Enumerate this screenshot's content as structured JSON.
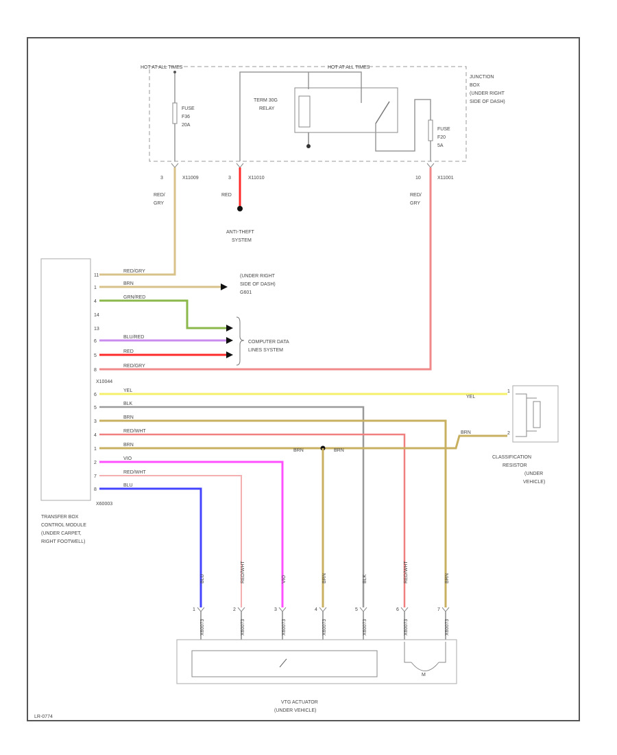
{
  "colors": {
    "tan": "#d9c28a",
    "red": "#f08a8a",
    "redbright": "#ff2a2a",
    "green": "#8ab84a",
    "violet": "#c88cf0",
    "yellow": "#f4f06a",
    "gray": "#9a9a9a",
    "pinkred": "#f08080",
    "magenta": "#ff50ff",
    "pink": "#f4b0b0",
    "blue": "#4444ff",
    "olive": "#c8b060"
  },
  "junction": {
    "hot_left": "HOT AT ALL TIMES",
    "hot_right": "HOT AT ALL TIMES",
    "box_label": [
      "JUNCTION",
      "BOX",
      "(UNDER RIGHT",
      "SIDE OF DASH)"
    ],
    "fuse_left": [
      "FUSE",
      "F36",
      "20A"
    ],
    "relay": [
      "TERM 30G",
      "RELAY"
    ],
    "fuse_right": [
      "FUSE",
      "F20",
      "5A"
    ]
  },
  "connectors": {
    "c1": {
      "pin": "3",
      "id": "X11009"
    },
    "c2": {
      "pin": "3",
      "id": "X11010"
    },
    "c3": {
      "pin": "10",
      "id": "X11001"
    }
  },
  "wires_top": {
    "left": [
      "RED/",
      "GRY"
    ],
    "mid": [
      "RED"
    ],
    "right": [
      "RED/",
      "GRY"
    ]
  },
  "anti_theft": [
    "ANTI-THEFT",
    "SYSTEM"
  ],
  "under_dash": [
    "(UNDER RIGHT",
    "SIDE OF DASH)",
    "G601"
  ],
  "computer_data": [
    "COMPUTER DATA",
    "LINES SYSTEM"
  ],
  "module": {
    "label": [
      "TRANSFER BOX",
      "CONTROL MODULE",
      "(UNDER CARPET,",
      "RIGHT FOOTWELL)"
    ],
    "conn_top": "X10044",
    "conn_bottom": "X60003"
  },
  "module_pins": [
    {
      "pin": "11",
      "wire": "RED/GRY"
    },
    {
      "pin": "1",
      "wire": "BRN"
    },
    {
      "pin": "4",
      "wire": "GRN/RED"
    },
    {
      "pin": "14",
      "wire": ""
    },
    {
      "pin": "13",
      "wire": ""
    },
    {
      "pin": "6",
      "wire": "BLU/RED"
    },
    {
      "pin": "5",
      "wire": "RED"
    },
    {
      "pin": "8",
      "wire": "RED/GRY"
    },
    {
      "pin": "6",
      "wire": "YEL"
    },
    {
      "pin": "5",
      "wire": "BLK"
    },
    {
      "pin": "3",
      "wire": "BRN"
    },
    {
      "pin": "4",
      "wire": "RED/WHT"
    },
    {
      "pin": "1",
      "wire": "BRN"
    },
    {
      "pin": "2",
      "wire": "VIO"
    },
    {
      "pin": "7",
      "wire": "RED/WHT"
    },
    {
      "pin": "8",
      "wire": "BLU"
    }
  ],
  "yel_label": "YEL",
  "brn_label": "BRN",
  "splice_left": "BRN",
  "splice_right": "BRN",
  "classification": {
    "label": [
      "CLASSIFICATION",
      "RESISTOR",
      "(UNDER",
      "VEHICLE)"
    ],
    "pin1": "1",
    "pin2": "2"
  },
  "vert_wires": [
    "BLU",
    "RED/WHT",
    "VIO",
    "BRN",
    "BLK",
    "RED/WHT",
    "BRN"
  ],
  "actuator_pins": [
    "X60073",
    "X60073",
    "X60073",
    "X60073",
    "X60073",
    "X60073",
    "X60073"
  ],
  "actuator_pin_nums": [
    "1",
    "2",
    "3",
    "4",
    "5",
    "6",
    "7"
  ],
  "motor": "M",
  "actuator": [
    "VTG ACTUATOR",
    "(UNDER VEHICLE)"
  ],
  "footer_code": "LR-0774"
}
